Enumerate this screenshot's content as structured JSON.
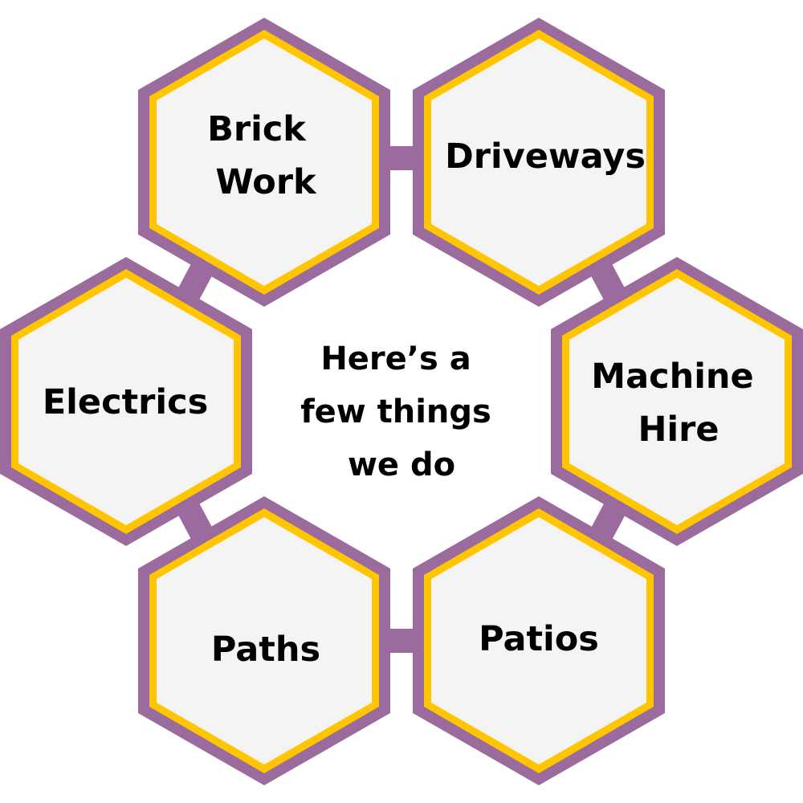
{
  "center": {
    "lines": [
      "Here’s a",
      "few things",
      "we do"
    ]
  },
  "services": [
    {
      "id": "brick-work",
      "lines": [
        "Brick",
        "Work"
      ]
    },
    {
      "id": "driveways",
      "lines": [
        "Driveways"
      ]
    },
    {
      "id": "machine-hire",
      "lines": [
        "Machine",
        "Hire"
      ]
    },
    {
      "id": "patios",
      "lines": [
        "Patios"
      ]
    },
    {
      "id": "paths",
      "lines": [
        "Paths"
      ]
    },
    {
      "id": "electrics",
      "lines": [
        "Electrics"
      ]
    }
  ],
  "colors": {
    "outer_border": "#9b6b9e",
    "inner_border": "#ffc600",
    "hex_fill": "#f4f4f4",
    "text": "#000000"
  }
}
